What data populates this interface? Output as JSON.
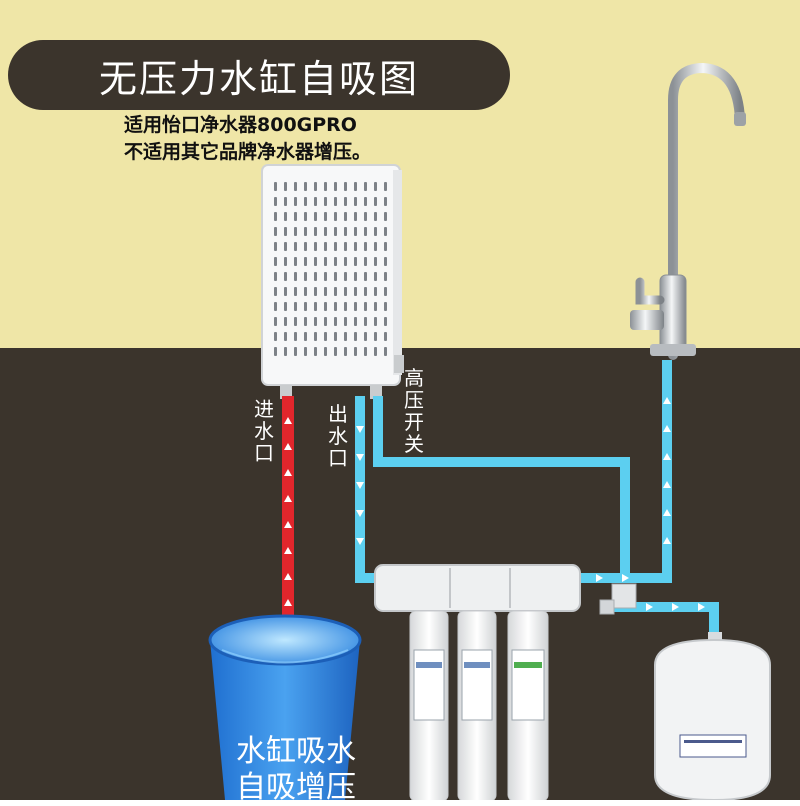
{
  "title": "无压力水缸自吸图",
  "notes": [
    "适用怡口净水器800GPRO",
    "不适用其它品牌净水器增压。"
  ],
  "labels": {
    "inlet": "进水口",
    "outlet": "出水口",
    "high_pressure_switch": "高压开关",
    "tank": [
      "水缸吸水",
      "自吸增压"
    ]
  },
  "colors": {
    "wall": "#efe6a7",
    "floor": "#3b342c",
    "inlet_pipe": "#e1262c",
    "water_pipe": "#5ccff0"
  },
  "icons": [
    "pump-unit-icon",
    "faucet-icon",
    "filter-icon",
    "pressure-tank-icon",
    "water-barrel-icon"
  ]
}
